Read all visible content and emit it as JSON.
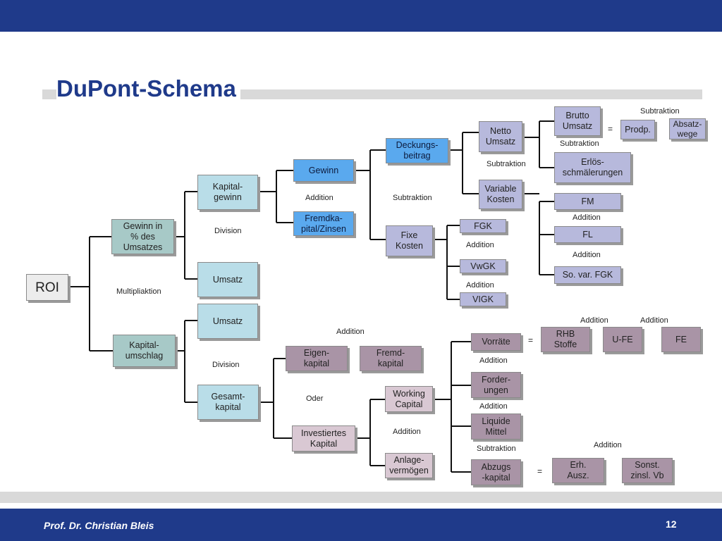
{
  "title": "DuPont-Schema",
  "footer": {
    "author": "Prof. Dr. Christian Bleis",
    "page": "12"
  },
  "nodes": {
    "roi": "ROI",
    "gewinn_umsatz": "Gewinn in\n% des\nUmsatzes",
    "kapitalumschlag": "Kapital-\numschlag",
    "kapitalgewinn": "Kapital-\ngewinn",
    "umsatz1": "Umsatz",
    "umsatz2": "Umsatz",
    "gesamtkapital": "Gesamt-\nkapital",
    "gewinn": "Gewinn",
    "fremdkapitalzinsen": "Fremdka-\npital/Zinsen",
    "deckungsbeitrag": "Deckungs-\nbeitrag",
    "fixe_kosten": "Fixe\nKosten",
    "netto_umsatz": "Netto\nUmsatz",
    "variable_kosten": "Variable\nKosten",
    "brutto_umsatz": "Brutto\nUmsatz",
    "prodp": "Prodp.",
    "absatzwege": "Absatz-\nwege",
    "erloesschmaelerungen": "Erlös-\nschmälerungen",
    "fm": "FM",
    "fl": "FL",
    "so_var_fgk": "So. var. FGK",
    "fgk": "FGK",
    "vwgk": "VwGK",
    "vigk": "VIGK",
    "eigenkapital": "Eigen-\nkapital",
    "fremdkapital": "Fremd-\nkapital",
    "investiertes_kapital": "Investiertes\nKapital",
    "working_capital": "Working\nCapital",
    "anlagevermoegen": "Anlage-\nvermögen",
    "vorraete": "Vorräte",
    "forderungen": "Forder-\nungen",
    "liquide_mittel": "Liquide\nMittel",
    "abzugskapital": "Abzugs\n-kapital",
    "rhb_stoffe": "RHB\nStoffe",
    "ufe": "U-FE",
    "fe": "FE",
    "erh_ausz": "Erh.\nAusz.",
    "sonst_zinsl_vb": "Sonst.\nzinsl. Vb"
  },
  "labels": {
    "multiplikation": "Multipliaktion",
    "division1": "Division",
    "division2": "Division",
    "addition_gewinn": "Addition",
    "subtraktion_db": "Subtraktion",
    "subtraktion_netto": "Subtraktion",
    "subtraktion_brutto": "Subtraktion",
    "subtraktion_top": "Subtraktion",
    "eq_prodp": "=",
    "addition_fm": "Addition",
    "addition_fl": "Addition",
    "addition_fgk": "Addition",
    "addition_vwgk": "Addition",
    "addition_kapital": "Addition",
    "oder": "Oder",
    "addition_wc": "Addition",
    "addition_rhb1": "Addition",
    "addition_rhb2": "Addition",
    "eq_vorraete": "=",
    "addition_vorraete": "Addition",
    "addition_forderungen": "Addition",
    "subtraktion_liquide": "Subtraktion",
    "addition_erh": "Addition",
    "eq_abzug": "="
  }
}
